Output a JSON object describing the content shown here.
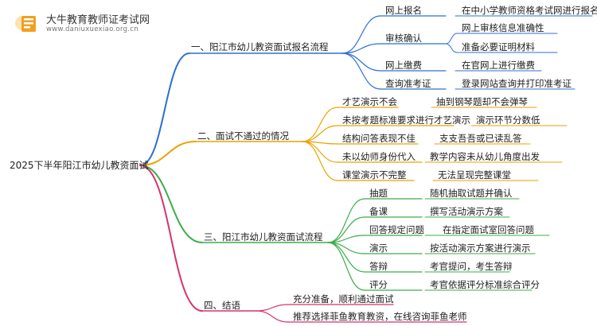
{
  "watermark": {
    "title": "大牛教育教师证考试网",
    "url": "www.daniuxuexiao.org.cn"
  },
  "root": "2025下半年阳江市幼儿教资面试",
  "colors": {
    "branch1": "#2f6fd1",
    "branch2": "#eda200",
    "branch3": "#3cae4b",
    "branch4": "#d6336c",
    "logo_book": "#f0a020"
  },
  "branches": [
    {
      "label": "一、阳江市幼儿教资面试报名流程",
      "children": [
        {
          "label": "网上报名",
          "children": [
            "在中小学教师资格考试网进行报名"
          ]
        },
        {
          "label": "审核确认",
          "children": [
            "网上审核信息准确性",
            "准备必要证明材料"
          ]
        },
        {
          "label": "网上缴费",
          "children": [
            "在官网上进行缴费"
          ]
        },
        {
          "label": "查询准考证",
          "children": [
            "登录网站查询并打印准考证"
          ]
        }
      ]
    },
    {
      "label": "二、面试不通过的情况",
      "children": [
        {
          "label": "才艺演示不会",
          "children": [
            "抽到钢琴题却不会弹琴"
          ]
        },
        {
          "label": "未按考题标准要求进行才艺演示",
          "children": [
            "演示环节分数低"
          ]
        },
        {
          "label": "结构问答表现不佳",
          "children": [
            "支支吾吾或已读乱答"
          ]
        },
        {
          "label": "未以幼师身份代入",
          "children": [
            "教学内容未从幼儿角度出发"
          ]
        },
        {
          "label": "课堂演示不完整",
          "children": [
            "无法呈现完整课堂"
          ]
        }
      ]
    },
    {
      "label": "三、阳江市幼儿教资面试流程",
      "children": [
        {
          "label": "抽题",
          "children": [
            "随机抽取试题并确认"
          ]
        },
        {
          "label": "备课",
          "children": [
            "撰写活动演示方案"
          ]
        },
        {
          "label": "回答规定问题",
          "children": [
            "在指定面试室回答问题"
          ]
        },
        {
          "label": "演示",
          "children": [
            "按活动演示方案进行演示"
          ]
        },
        {
          "label": "答辩",
          "children": [
            "考官提问，考生答辩"
          ]
        },
        {
          "label": "评分",
          "children": [
            "考官依据评分标准综合评分"
          ]
        }
      ]
    },
    {
      "label": "四、结语",
      "children": [
        {
          "label": "充分准备，顺利通过面试",
          "children": []
        },
        {
          "label": "推荐选择菲鱼教育教资，在线咨询菲鱼老师",
          "children": []
        }
      ]
    }
  ]
}
